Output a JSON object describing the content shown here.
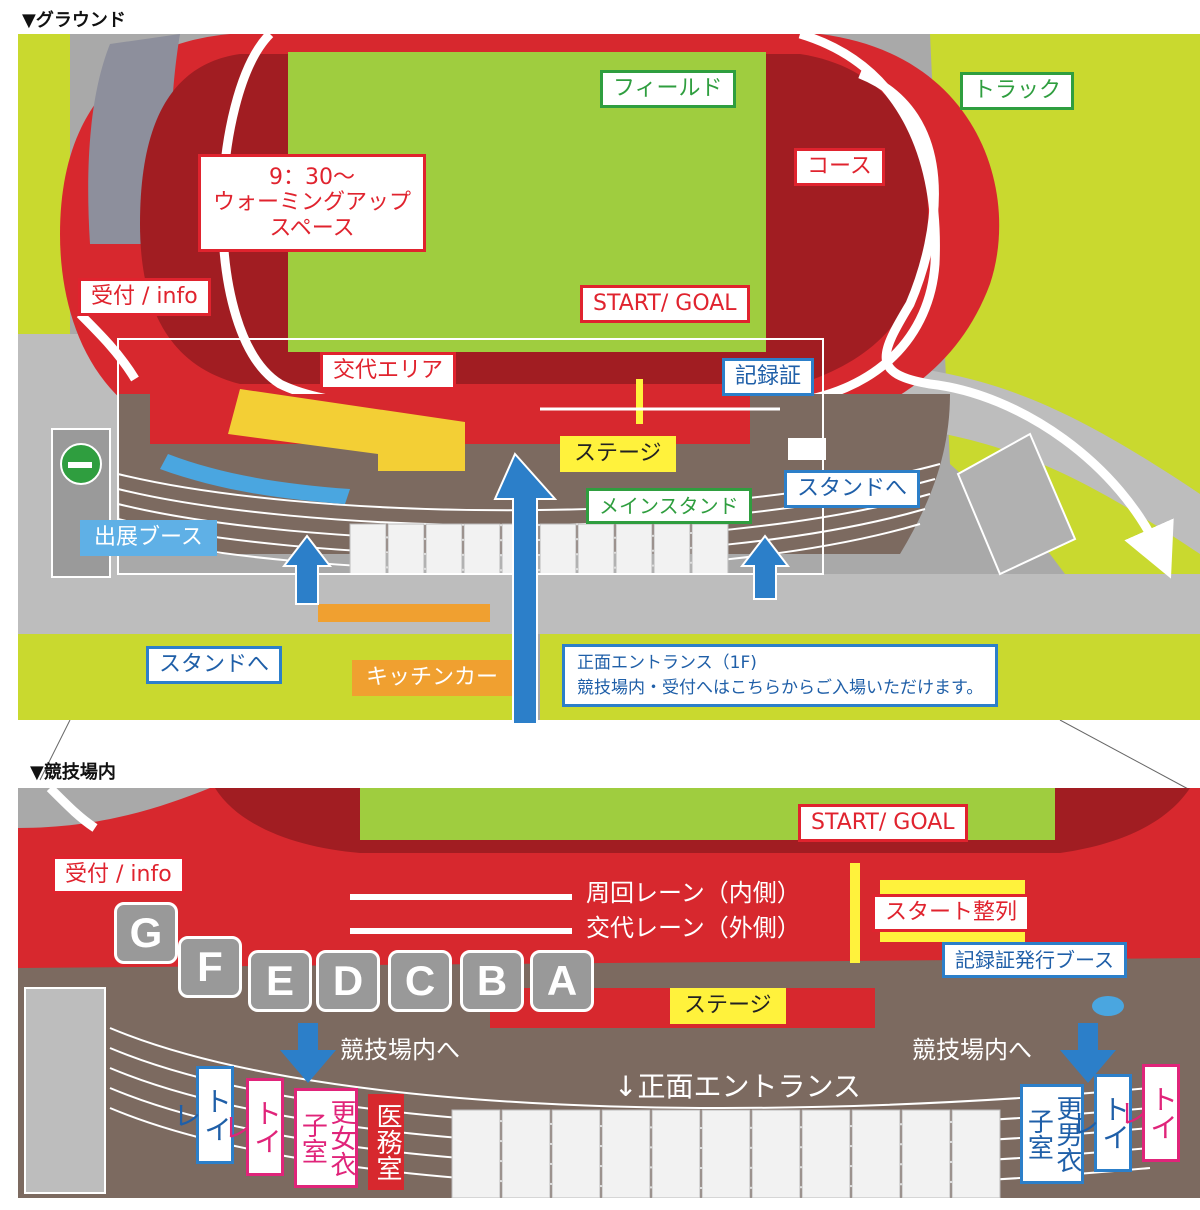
{
  "ground": {
    "title": "▼グラウンド",
    "labels": {
      "field": "フィールド",
      "track": "トラック",
      "course": "コース",
      "warmup": "9：30～\nウォーミングアップ\nスペース",
      "reception": "受付 / info",
      "start_goal": "START/ GOAL",
      "exchange_area": "交代エリア",
      "record_cert": "記録証",
      "stage": "ステージ",
      "main_stand": "メインスタンド",
      "to_stand_right": "スタンドへ",
      "to_stand_left": "スタンドへ",
      "exhibit_booth": "出展ブース",
      "kitchen_car": "キッチンカー",
      "main_entrance": "正面エントランス（1F)\n競技場内・受付へはこちらからご入場いただけます。"
    }
  },
  "inside": {
    "title": "▼競技場内",
    "labels": {
      "reception": "受付 / info",
      "start_goal": "START/ GOAL",
      "inner_lane": "周回レーン（内側）",
      "exchange_lane": "交代レーン（外側）",
      "start_queue": "スタート整列",
      "record_booth": "記録証発行ブース",
      "stage": "ステージ",
      "to_stadium_left": "競技場内へ",
      "to_stadium_right": "競技場内へ",
      "entrance": "↓正面エントランス",
      "toilet": "トイレ",
      "womens_locker": "更女衣子室",
      "medical": "医務室",
      "mens_locker": "更男衣子室"
    },
    "blocks": [
      "G",
      "F",
      "E",
      "D",
      "C",
      "B",
      "A"
    ]
  },
  "colors": {
    "track_red": "#d7282e",
    "field_green": "#9fcd3f",
    "outer_grass": "#c9d92f",
    "road_grey": "#b8b8b8",
    "stand_brown": "#7c6a60",
    "accent_blue": "#2c7fc9",
    "accent_yellow": "#fff23c"
  }
}
